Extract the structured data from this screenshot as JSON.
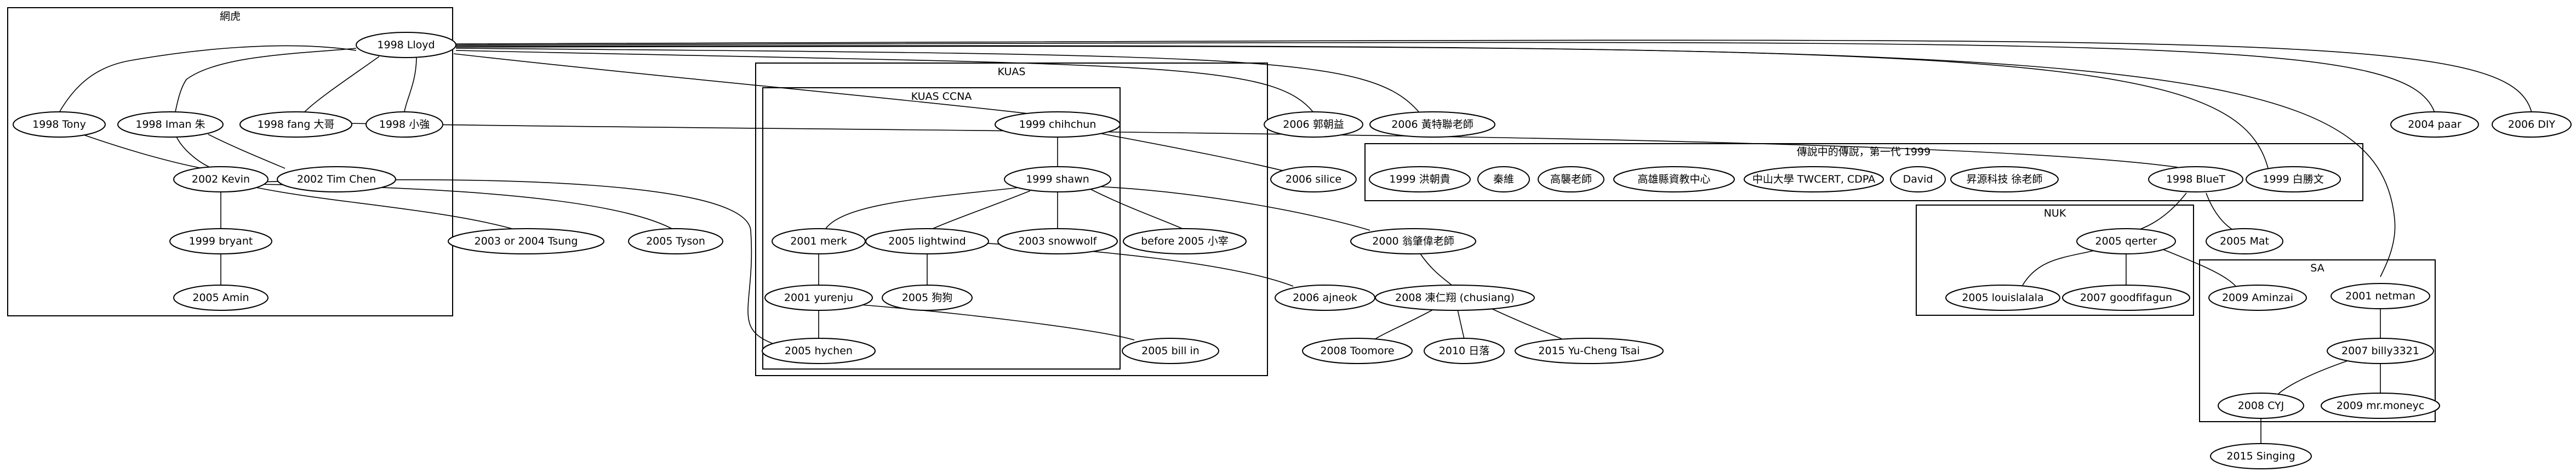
{
  "clusters": [
    {
      "id": "c_wanghu",
      "title": "網虎"
    },
    {
      "id": "c_kuas",
      "title": "KUAS"
    },
    {
      "id": "c_kuasccna",
      "title": "KUAS CCNA"
    },
    {
      "id": "c_legend",
      "title": "傳說中的傳說，第一代 1999"
    },
    {
      "id": "c_nuk",
      "title": "NUK"
    },
    {
      "id": "c_sa",
      "title": "SA"
    }
  ],
  "nodes": [
    {
      "id": "lloyd",
      "label": "1998 Lloyd"
    },
    {
      "id": "tony",
      "label": "1998 Tony"
    },
    {
      "id": "iman",
      "label": "1998 Iman 朱"
    },
    {
      "id": "fang",
      "label": "1998 fang 大哥"
    },
    {
      "id": "xiaoqiang",
      "label": "1998 小強"
    },
    {
      "id": "kevin",
      "label": "2002 Kevin"
    },
    {
      "id": "timchen",
      "label": "2002 Tim Chen"
    },
    {
      "id": "bryant",
      "label": "1999 bryant"
    },
    {
      "id": "amin",
      "label": "2005 Amin"
    },
    {
      "id": "tsung",
      "label": "2003 or 2004 Tsung"
    },
    {
      "id": "tyson",
      "label": "2005 Tyson"
    },
    {
      "id": "chihchun",
      "label": "1999 chihchun"
    },
    {
      "id": "shawn",
      "label": "1999 shawn"
    },
    {
      "id": "merk",
      "label": "2001 merk"
    },
    {
      "id": "lightwind",
      "label": "2005 lightwind"
    },
    {
      "id": "snowwolf",
      "label": "2003 snowwolf"
    },
    {
      "id": "before2005",
      "label": "before 2005 小宰"
    },
    {
      "id": "yurenju",
      "label": "2001 yurenju"
    },
    {
      "id": "gougou",
      "label": "2005 狗狗"
    },
    {
      "id": "hychen",
      "label": "2005 hychen"
    },
    {
      "id": "billin",
      "label": "2005 bill in"
    },
    {
      "id": "guo",
      "label": "2006 郭朝益"
    },
    {
      "id": "silice",
      "label": "2006 silice"
    },
    {
      "id": "teacher2006",
      "label": "2006 黃特聯老師"
    },
    {
      "id": "teacher2000",
      "label": "2000 翁肇偉老師"
    },
    {
      "id": "ajneok",
      "label": "2006 ajneok"
    },
    {
      "id": "chusiang",
      "label": "2008 凍仁翔 (chusiang)"
    },
    {
      "id": "toomore",
      "label": "2008 Toomore"
    },
    {
      "id": "rilao",
      "label": "2010 日落"
    },
    {
      "id": "yuchengtsai",
      "label": "2015 Yu-Cheng Tsai"
    },
    {
      "id": "hong",
      "label": "1999 洪朝貴"
    },
    {
      "id": "qinwei",
      "label": "秦維"
    },
    {
      "id": "gao",
      "label": "高襲老師"
    },
    {
      "id": "kaohsiung",
      "label": "高雄縣資教中心"
    },
    {
      "id": "nsysu",
      "label": "中山大學 TWCERT, CDPA"
    },
    {
      "id": "david",
      "label": "David"
    },
    {
      "id": "xu",
      "label": "昇源科技 徐老師"
    },
    {
      "id": "bluet",
      "label": "1998 BlueT"
    },
    {
      "id": "baishengwen",
      "label": "1999 白勝文"
    },
    {
      "id": "qerter",
      "label": "2005 qerter"
    },
    {
      "id": "mat",
      "label": "2005 Mat"
    },
    {
      "id": "louislalala",
      "label": "2005 louislalala"
    },
    {
      "id": "goodfifagun",
      "label": "2007 goodfifagun"
    },
    {
      "id": "aminzai",
      "label": "2009 Aminzai"
    },
    {
      "id": "netman",
      "label": "2001 netman"
    },
    {
      "id": "billy3321",
      "label": "2007 billy3321"
    },
    {
      "id": "cyj",
      "label": "2008 CYJ"
    },
    {
      "id": "moneyc",
      "label": "2009 mr.moneyc"
    },
    {
      "id": "singing",
      "label": "2015 Singing"
    },
    {
      "id": "paar",
      "label": "2004 paar"
    },
    {
      "id": "diy",
      "label": "2006 DIY"
    }
  ]
}
